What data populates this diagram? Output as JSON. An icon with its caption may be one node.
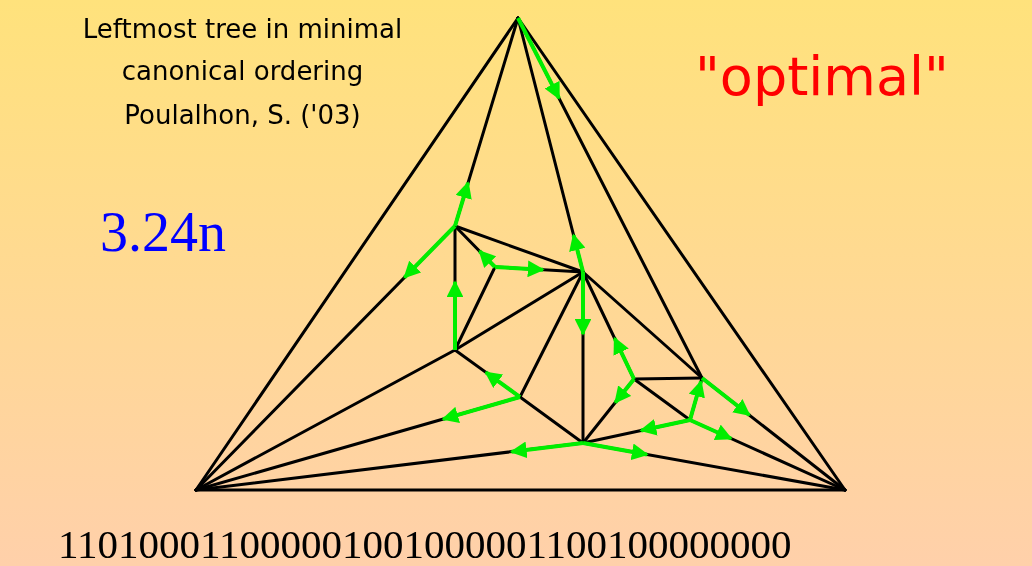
{
  "diagram": {
    "labels": [
      "Leftmost tree in minimal canonical ordering",
      "Poulalhon, S. ('03)",
      "\"optimal\"",
      "3.24n",
      "110100011000001001000001100100000000"
    ]
  }
}
